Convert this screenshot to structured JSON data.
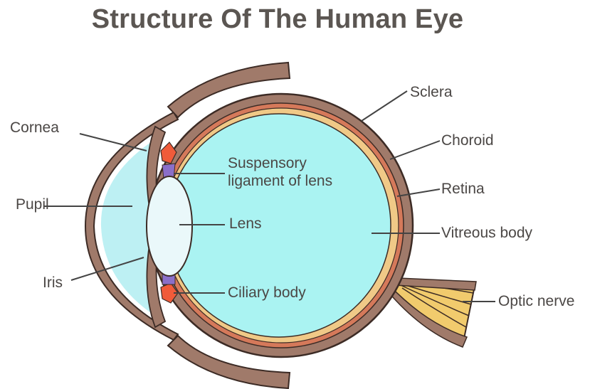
{
  "title": "Structure Of The Human Eye",
  "labels": {
    "cornea": "Cornea",
    "pupil": "Pupil",
    "iris": "Iris",
    "suspensory_1": "Suspensory",
    "suspensory_2": "ligament of lens",
    "lens": "Lens",
    "ciliary_body": "Ciliary body",
    "sclera": "Sclera",
    "choroid": "Choroid",
    "retina": "Retina",
    "vitreous_body": "Vitreous body",
    "optic_nerve": "Optic nerve"
  },
  "colors": {
    "sclera": "#a07a6a",
    "choroid": "#d5795a",
    "retina": "#f0c987",
    "vitreous": "#aaf3f2",
    "anterior_chamber": "#bdf0f3",
    "lens": "#eaf8fa",
    "ciliary": "#f05b3a",
    "ligament": "#8b6fc9",
    "optic_nerve": "#f1cb6d",
    "outline": "#3c2b25",
    "leader": "#444444"
  }
}
